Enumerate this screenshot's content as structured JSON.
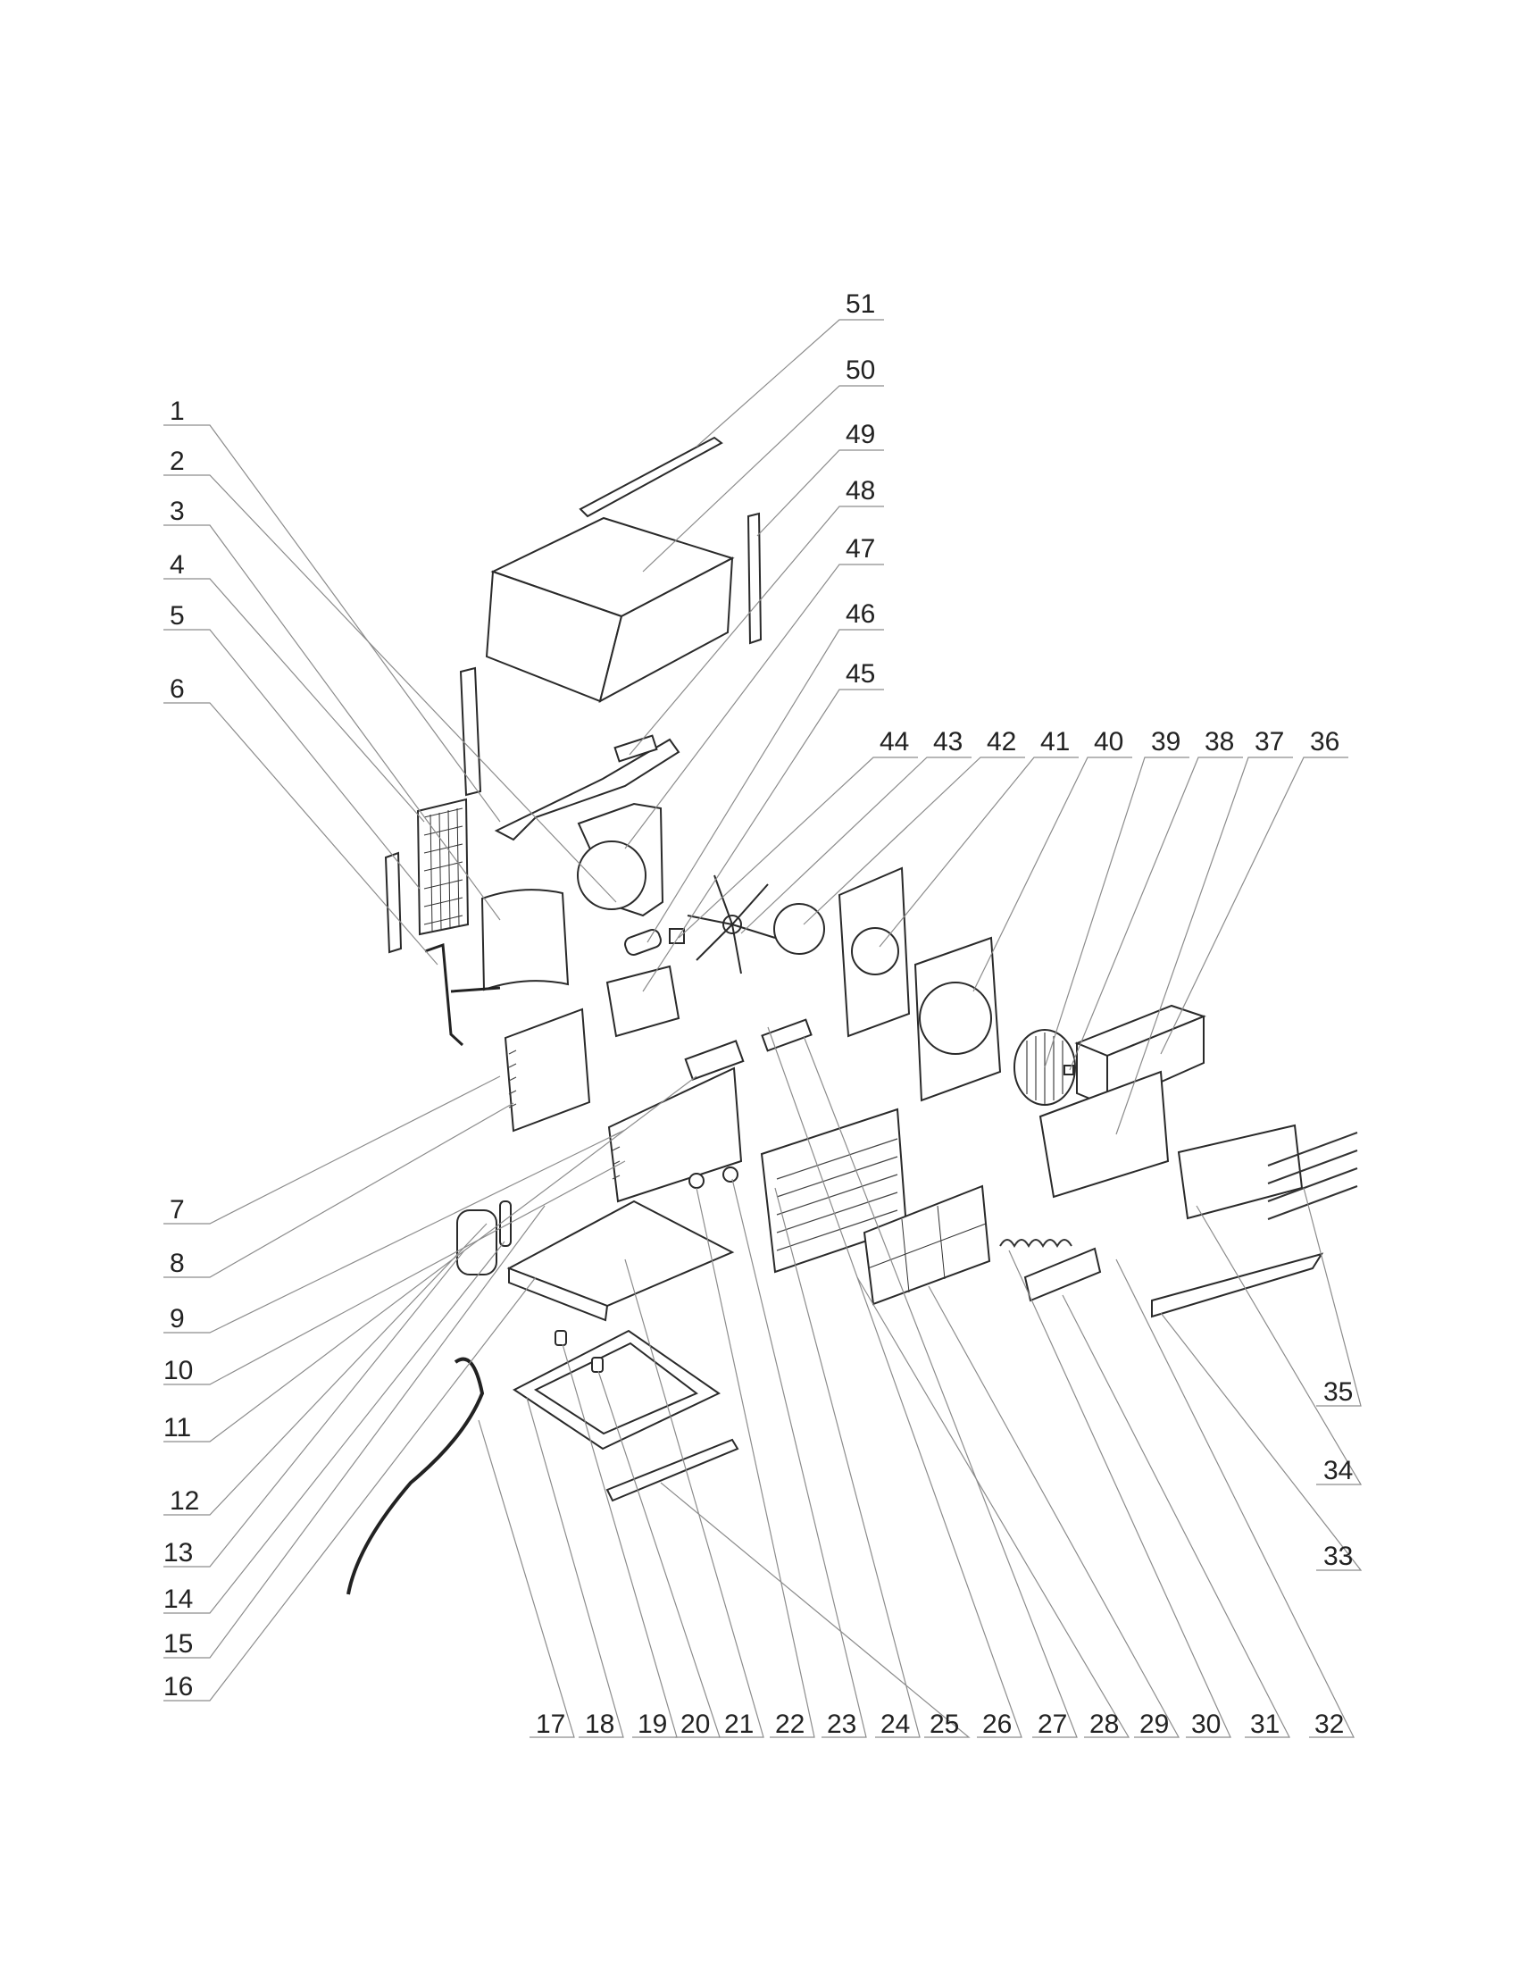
{
  "diagram": {
    "part_labels": {
      "l1": "1",
      "l2": "2",
      "l3": "3",
      "l4": "4",
      "l5": "5",
      "l6": "6",
      "l7": "7",
      "l8": "8",
      "l9": "9",
      "l10": "10",
      "l11": "11",
      "l12": "12",
      "l13": "13",
      "l14": "14",
      "l15": "15",
      "l16": "16",
      "l17": "17",
      "l18": "18",
      "l19": "19",
      "l20": "20",
      "l21": "21",
      "l22": "22",
      "l23": "23",
      "l24": "24",
      "l25": "25",
      "l26": "26",
      "l27": "27",
      "l28": "28",
      "l29": "29",
      "l30": "30",
      "l31": "31",
      "l32": "32",
      "l33": "33",
      "l34": "34",
      "l35": "35",
      "l36": "36",
      "l37": "37",
      "l38": "38",
      "l39": "39",
      "l40": "40",
      "l41": "41",
      "l42": "42",
      "l43": "43",
      "l44": "44",
      "l45": "45",
      "l46": "46",
      "l47": "47",
      "l48": "48",
      "l49": "49",
      "l50": "50",
      "l51": "51"
    }
  }
}
